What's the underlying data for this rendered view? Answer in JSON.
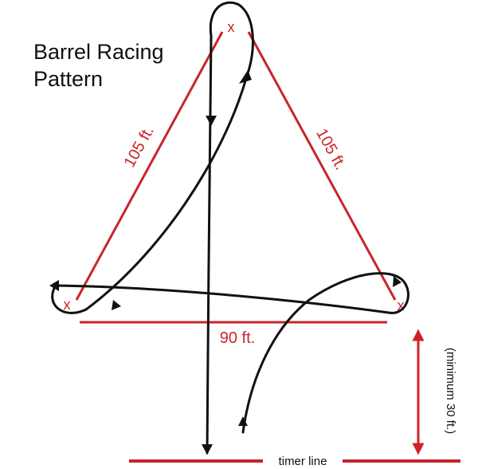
{
  "title": {
    "line1": "Barrel Racing",
    "line2": "Pattern"
  },
  "barrel_marker": "x",
  "sides": {
    "left": "105 ft.",
    "right": "105 ft.",
    "base": "90 ft."
  },
  "timer_line_label": "timer line",
  "minimum_label": "(minimum 30 ft.)",
  "colors": {
    "red": "#c8252b",
    "black": "#111111"
  }
}
